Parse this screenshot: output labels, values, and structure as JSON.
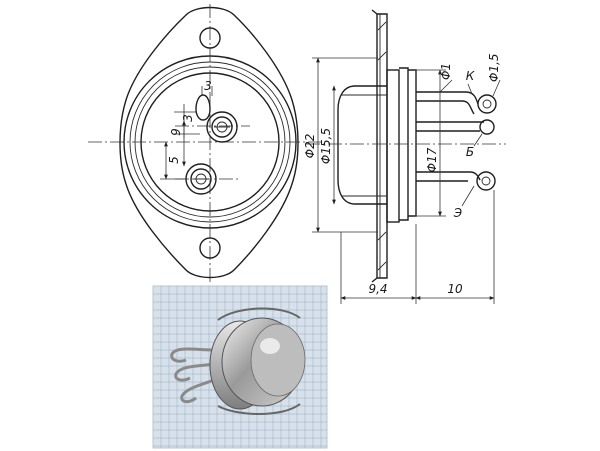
{
  "front_view": {
    "dim_pad_width": "3",
    "dim_pad_height": "3",
    "dim_pin_spacing": "9",
    "dim_pin_offset": "5"
  },
  "side_view": {
    "dim_outer_diameter": "Φ22",
    "dim_inner_diameter": "Φ15,5",
    "dim_body_diameter": "Φ17",
    "dim_lead_diameter": "Φ1",
    "dim_lug_diameter": "Φ1,5",
    "lead_label_collector": "К",
    "lead_label_base": "Б",
    "lead_label_emitter": "Э",
    "dim_body_length": "9,4",
    "dim_lead_length": "10"
  },
  "photo": {
    "description_icon": "transistor-photo"
  },
  "colors": {
    "ink": "#1f1f1f",
    "grid": "#8fb0c8",
    "photo_bg": "#d8e0ea"
  }
}
